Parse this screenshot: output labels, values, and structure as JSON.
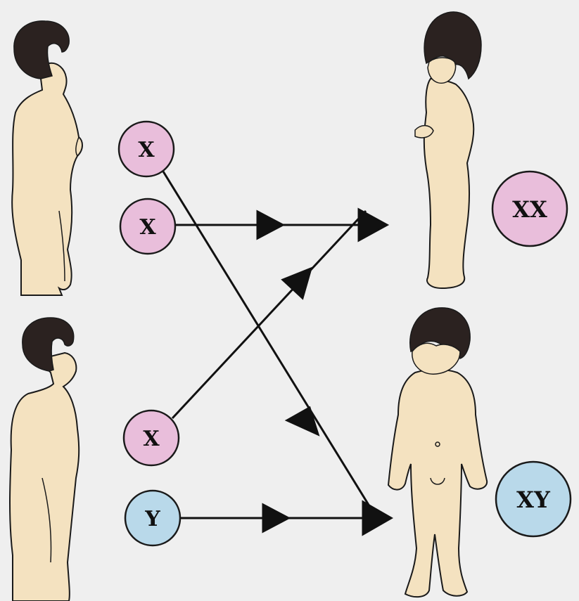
{
  "chromosomes": {
    "mother_top": "X",
    "mother_bottom": "X",
    "father_top": "X",
    "father_bottom": "Y",
    "daughter": "XX",
    "son": "XY"
  },
  "colors": {
    "background": "#efefef",
    "x_chromosome": "#e9bedb",
    "y_chromosome": "#b9d9ea",
    "skin": "#f4e2c0",
    "hair": "#2b2220",
    "outline": "#1a1a1a"
  },
  "figures": {
    "mother": "adult-woman-figure",
    "father": "adult-man-figure",
    "daughter": "girl-child-figure",
    "son": "boy-child-figure"
  }
}
